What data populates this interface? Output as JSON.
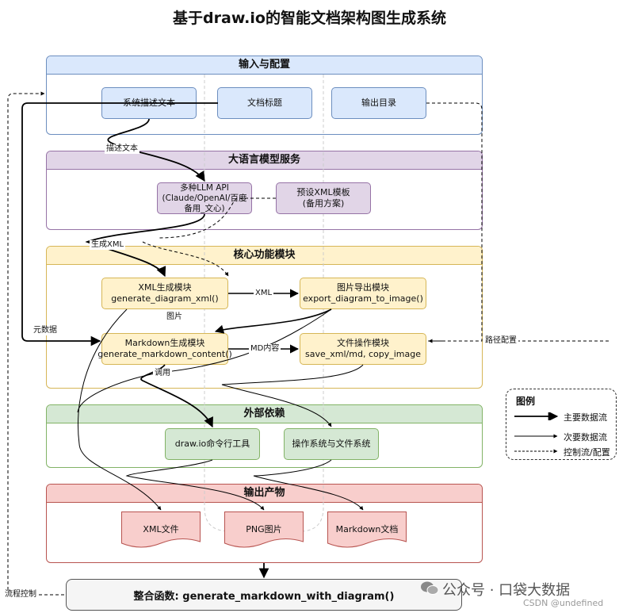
{
  "title": "基于draw.io的智能文档架构图生成系统",
  "sections": {
    "input": "输入与配置",
    "llm": "大语言模型服务",
    "core": "核心功能模块",
    "external": "外部依赖",
    "output": "输出产物"
  },
  "nodes": {
    "sys_desc": "系统描述文本",
    "doc_title": "文档标题",
    "out_dir": "输出目录",
    "llm_api": [
      "多种LLM API",
      "(Claude/OpenAI/百度",
      "备用_文心)"
    ],
    "xml_template": [
      "预设XML模板",
      "(备用方案)"
    ],
    "xml_gen": [
      "XML生成模块",
      "generate_diagram_xml()"
    ],
    "img_export": [
      "图片导出模块",
      "export_diagram_to_image()"
    ],
    "md_gen": [
      "Markdown生成模块",
      "generate_markdown_content()"
    ],
    "file_ops": [
      "文件操作模块",
      "save_xml/md, copy_image"
    ],
    "drawio_cli": "draw.io命令行工具",
    "os_fs": "操作系统与文件系统",
    "xml_file": "XML文件",
    "png_file": "PNG图片",
    "md_file": "Markdown文档",
    "final": "整合函数: generate_markdown_with_diagram()"
  },
  "edge_labels": {
    "desc_text": "描述文本",
    "gen_xml": "生成XML",
    "xml": "XML",
    "image": "图片",
    "metadata": "元数据",
    "md_content": "MD内容",
    "call": "调用",
    "path_config": "路径配置",
    "flow_control": "流程控制"
  },
  "legend": {
    "title": "图例",
    "main": "主要数据流",
    "secondary": "次要数据流",
    "control": "控制流/配置"
  },
  "watermark": "公众号 · 口袋大数据",
  "csdn": "CSDN @undefined",
  "colors": {
    "input_fill": "#dae8fc",
    "input_stroke": "#6c8ebf",
    "llm_fill": "#e1d5e7",
    "llm_stroke": "#9673a6",
    "core_fill": "#fff2cc",
    "core_stroke": "#d6b656",
    "ext_fill": "#d5e8d4",
    "ext_stroke": "#82b366",
    "out_fill": "#f8cecc",
    "out_stroke": "#b85450"
  }
}
